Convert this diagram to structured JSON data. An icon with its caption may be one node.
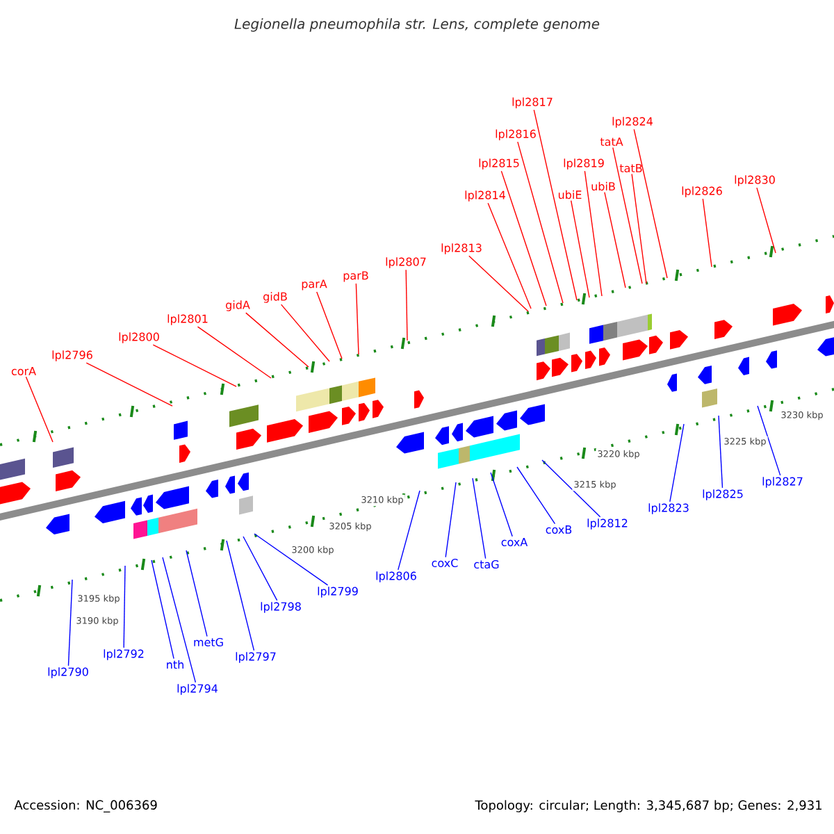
{
  "diagram": {
    "title": "Legionella pneumophila str. Lens, complete genome",
    "nodes": [
      {
        "text": [
          "corA"
        ]
      },
      {
        "text": [
          "lpl2796"
        ]
      },
      {
        "text": [
          "lpl2800"
        ]
      },
      {
        "text": [
          "lpl2801"
        ]
      },
      {
        "text": [
          "gidA"
        ]
      },
      {
        "text": [
          "gidB"
        ]
      },
      {
        "text": [
          "parA"
        ]
      },
      {
        "text": [
          "parB"
        ]
      },
      {
        "text": [
          "lpl2807"
        ]
      },
      {
        "text": [
          "lpl2813"
        ]
      },
      {
        "text": [
          "lpl2814"
        ]
      },
      {
        "text": [
          "lpl2815"
        ]
      },
      {
        "text": [
          "lpl2816"
        ]
      },
      {
        "text": [
          "lpl2817"
        ]
      },
      {
        "text": [
          "lpl2819"
        ]
      },
      {
        "text": [
          "ubiE"
        ]
      },
      {
        "text": [
          "ubiB"
        ]
      },
      {
        "text": [
          "tatA"
        ]
      },
      {
        "text": [
          "tatB"
        ]
      },
      {
        "text": [
          "lpl2824"
        ]
      },
      {
        "text": [
          "lpl2826"
        ]
      },
      {
        "text": [
          "lpl2830"
        ]
      },
      {
        "text": [
          "lpl2790"
        ]
      },
      {
        "text": [
          "lpl2792"
        ]
      },
      {
        "text": [
          "nth"
        ]
      },
      {
        "text": [
          "lpl2794"
        ]
      },
      {
        "text": [
          "metG"
        ]
      },
      {
        "text": [
          "lpl2797"
        ]
      },
      {
        "text": [
          "lpl2798"
        ]
      },
      {
        "text": [
          "lpl2799"
        ]
      },
      {
        "text": [
          "lpl2806"
        ]
      },
      {
        "text": [
          "coxC"
        ]
      },
      {
        "text": [
          "ctaG"
        ]
      },
      {
        "text": [
          "coxA"
        ]
      },
      {
        "text": [
          "coxB"
        ]
      },
      {
        "text": [
          "lpl2812"
        ]
      },
      {
        "text": [
          "lpl2823"
        ]
      },
      {
        "text": [
          "lpl2825"
        ]
      },
      {
        "text": [
          "lpl2827"
        ]
      }
    ],
    "edges": [
      {
        "from": 0,
        "to": null,
        "arrow": "none"
      },
      {
        "from": 1,
        "to": null,
        "arrow": "none"
      },
      {
        "from": 2,
        "to": null,
        "arrow": "none"
      },
      {
        "from": 3,
        "to": null,
        "arrow": "none"
      },
      {
        "from": 4,
        "to": null,
        "arrow": "none"
      },
      {
        "from": 5,
        "to": null,
        "arrow": "none"
      },
      {
        "from": 6,
        "to": null,
        "arrow": "none"
      },
      {
        "from": 7,
        "to": null,
        "arrow": "none"
      },
      {
        "from": 8,
        "to": null,
        "arrow": "none"
      },
      {
        "from": 9,
        "to": null,
        "arrow": "none"
      },
      {
        "from": 10,
        "to": null,
        "arrow": "none"
      },
      {
        "from": 11,
        "to": null,
        "arrow": "none"
      },
      {
        "from": 12,
        "to": null,
        "arrow": "none"
      },
      {
        "from": 13,
        "to": null,
        "arrow": "none"
      },
      {
        "from": 14,
        "to": null,
        "arrow": "none"
      },
      {
        "from": 15,
        "to": null,
        "arrow": "none"
      },
      {
        "from": 16,
        "to": null,
        "arrow": "none"
      },
      {
        "from": 17,
        "to": null,
        "arrow": "none"
      },
      {
        "from": 18,
        "to": null,
        "arrow": "none"
      },
      {
        "from": 19,
        "to": null,
        "arrow": "none"
      },
      {
        "from": 20,
        "to": null,
        "arrow": "none"
      },
      {
        "from": 21,
        "to": null,
        "arrow": "none"
      },
      {
        "from": 22,
        "to": null,
        "arrow": "none",
        "color": "#0000ff"
      },
      {
        "from": 23,
        "to": null,
        "arrow": "none",
        "color": "#0000ff"
      },
      {
        "from": 24,
        "to": null,
        "arrow": "none",
        "color": "#0000ff"
      },
      {
        "from": 25,
        "to": null,
        "arrow": "none",
        "color": "#0000ff"
      },
      {
        "from": 26,
        "to": null,
        "arrow": "none",
        "color": "#0000ff"
      },
      {
        "from": 27,
        "to": null,
        "arrow": "none",
        "color": "#0000ff"
      },
      {
        "from": 28,
        "to": null,
        "arrow": "none",
        "color": "#0000ff"
      },
      {
        "from": 29,
        "to": null,
        "arrow": "none",
        "color": "#0000ff"
      },
      {
        "from": 30,
        "to": null,
        "arrow": "none",
        "color": "#0000ff"
      },
      {
        "from": 31,
        "to": null,
        "arrow": "none",
        "color": "#0000ff"
      },
      {
        "from": 32,
        "to": null,
        "arrow": "none",
        "color": "#0000ff"
      },
      {
        "from": 33,
        "to": null,
        "arrow": "none",
        "color": "#0000ff"
      },
      {
        "from": 34,
        "to": null,
        "arrow": "none",
        "color": "#0000ff"
      },
      {
        "from": 35,
        "to": null,
        "arrow": "none",
        "color": "#0000ff"
      },
      {
        "from": 36,
        "to": null,
        "arrow": "none",
        "color": "#0000ff"
      },
      {
        "from": 37,
        "to": null,
        "arrow": "none",
        "color": "#0000ff"
      },
      {
        "from": 38,
        "to": null,
        "arrow": "none",
        "color": "#0000ff"
      }
    ],
    "labels": [
      "3190 kbp",
      "3195 kbp",
      "3200 kbp",
      "3205 kbp",
      "3210 kbp",
      "3215 kbp",
      "3220 kbp",
      "3225 kbp",
      "3230 kbp",
      "Accession: NC_006369",
      "Topology: circular; Length: 3,345,687 bp; Genes: 2,931"
    ]
  }
}
